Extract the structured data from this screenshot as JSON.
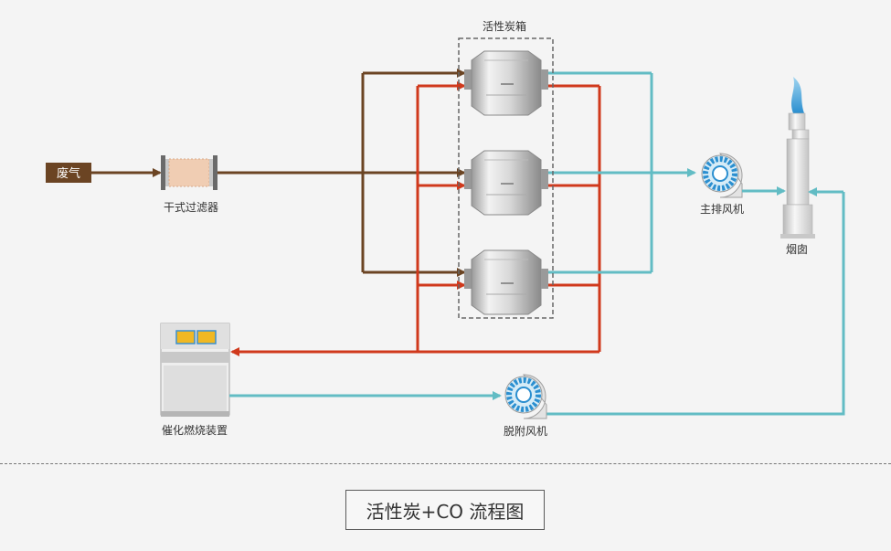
{
  "labels": {
    "waste_gas": "废气",
    "dry_filter": "干式过滤器",
    "carbon_box": "活性炭箱",
    "main_fan": "主排风机",
    "chimney": "烟囱",
    "catalytic_device": "催化燃烧装置",
    "desorption_fan": "脱附风机"
  },
  "caption": "活性炭+CO 流程图",
  "colors": {
    "waste_gas_flow": "#6b4423",
    "hot_air_flow": "#d0391c",
    "clean_air_flow": "#62bcc4",
    "fan_blue": "#2b8fd0",
    "tag_bg": "#6b4423"
  }
}
